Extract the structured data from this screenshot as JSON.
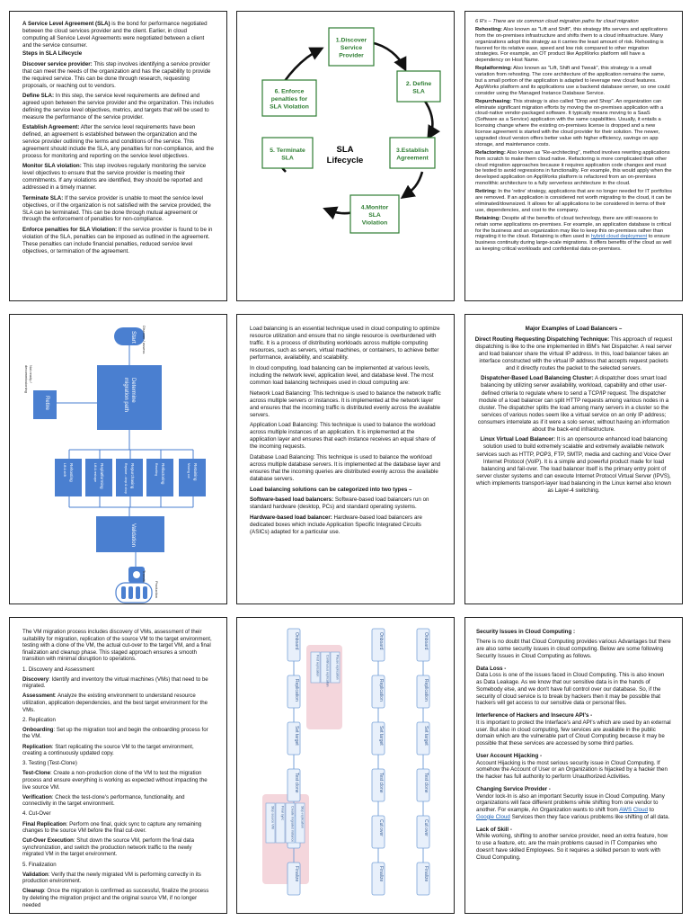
{
  "p1": {
    "intro_bold": "A Service Level Agreement (SLA)",
    "intro": " is the bond for performance negotiated between the cloud services provider and the client. Earlier, in cloud computing all Service Level Agreements were negotiated between a client and the service consumer.",
    "steps_title": "Steps in SLA  Lifecycle",
    "items": [
      {
        "term": "Discover service provider:",
        "text": " This step involves identifying a service provider that can meet the needs of the organization and has the capability to provide the required service. This can be done through research, requesting proposals, or reaching out to vendors."
      },
      {
        "term": "Define SLA:",
        "text": " In this step, the service level requirements are defined and agreed upon between the service provider and the organization. This includes defining the service level objectives, metrics, and targets that will be used to measure the performance of the service provider."
      },
      {
        "term": "Establish Agreement:",
        "text": " After the service level requirements have been defined, an agreement is established between the organization and the service provider outlining the terms and conditions of the service. This agreement should include the SLA, any penalties for non-compliance, and the process for monitoring and reporting on the service level objectives."
      },
      {
        "term": "Monitor SLA violation:",
        "text": " This step involves regularly monitoring the service level objectives to ensure that the service provider is meeting their commitments. If any violations are identified, they should be reported and addressed in a timely manner."
      },
      {
        "term": "Terminate SLA:",
        "text": " If the service provider is unable to meet the service level objectives, or if the organization is not satisfied with the service provided, the SLA can be terminated. This can be done through mutual agreement or through the enforcement of penalties for non-compliance."
      },
      {
        "term": "Enforce penalties for SLA Violation:",
        "text": " If the service provider is found to be in violation of the SLA, penalties can be imposed as outlined in the agreement. These penalties can include financial penalties, reduced service level objectives, or termination of the agreement."
      }
    ]
  },
  "p2": {
    "center": [
      "SLA",
      "Lifecycle"
    ],
    "boxes": [
      [
        "1.Discover",
        "Service",
        "Provider"
      ],
      [
        "2. Define",
        "SLA"
      ],
      [
        "3.Establish",
        "Agreement"
      ],
      [
        "4.Monitor",
        "SLA",
        "Violation"
      ],
      [
        "5. Terminate",
        "SLA"
      ],
      [
        "6. Enforce",
        "penalties for",
        "SLA Violation"
      ]
    ]
  },
  "p3": {
    "title": "6 R's – There are six common cloud migration paths for cloud migration",
    "items": [
      {
        "term": "Rehosting:",
        "text": " Also known as \"Lift and Shift\", this strategy lifts servers and applications from the on-premises infrastructure and shifts them to a cloud infrastructure. Many organizations adopt this strategy as it carries the least amount of risk. Rehosting is favored for its relative ease, speed and low risk compared to other migration strategies. For example, an OT product like AppWorks platform will have a dependency on Host Name."
      },
      {
        "term": "Replatforming:",
        "text": " Also known as \"Lift, Shift and Tweak\", this strategy is a small variation from rehosting. The core architecture of the application remains the same, but a small portion of the application is adapted to leverage new cloud features. AppWorks platform and its applications use a backend database server, so one could consider using the Managed Instance Database Service."
      },
      {
        "term": "Repurchasing:",
        "text": " This strategy is also called \"Drop and Shop\". An organization can eliminate significant migration efforts by moving the on-premises application with a cloud-native vendor-packaged software. It typically means moving to a SaaS (Software as a Service) application with the same capabilities. Usually, it entails a licensing change where the existing on-premises license is dropped and a new license agreement is started with the cloud provider for their solution. The newer, upgraded cloud version offers better value with higher efficiency, savings on app storage, and maintenance costs."
      },
      {
        "term": "Refactoring:",
        "text": " Also known as \"Re-architecting\", method involves rewriting applications from scratch to make them cloud native. Refactoring is more complicated than other cloud migration approaches because it requires application code changes and must be tested to avoid regressions in functionality. For example, this would apply when the developed application on AppWorks platform is refactored  from an on-premises monolithic architecture to a fully serverless architecture in the cloud."
      },
      {
        "term": "Retiring:",
        "text": " In the 'retire' strategy, applications that are no longer needed for IT portfolios are removed. If an application is considered not worth migrating to the cloud, it can be eliminated/downsized. It allows for all applications to be considered in terms of their use, dependencies, and cost to the company."
      },
      {
        "term": "Retaining:",
        "text": " Despite all the benefits of cloud technology, there are still reasons to retain some applications on-premises. For example, an application database is critical for the business and an organization may like to keep this on-premises rather than migrating it to the cloud. Retaining is often used in ",
        "link": "hybrid cloud deployment",
        "after": " to ensure business continuity during large-scale migrations. It offers benefits of the cloud as well as keeping critical workloads and confidential data on-premises."
      }
    ]
  },
  "p4": {
    "start": "Start",
    "discover": "Discover / assess",
    "determine": [
      "Determine",
      "migration path"
    ],
    "retire": "Retire",
    "notready": [
      "Not ready /",
      "decommissioning"
    ],
    "paths": [
      [
        "Rehosting",
        "Lift & shift"
      ],
      [
        "Replatforming",
        "Lift & reshape"
      ],
      [
        "Repurchasing",
        "Replace - drop & shop"
      ],
      [
        "Refactoring",
        "Rewriting"
      ],
      [
        "Retaining",
        "Moving out"
      ]
    ],
    "validation": "Validation",
    "transition": "Transition",
    "production": "Production"
  },
  "p5": {
    "paras": [
      "Load balancing is an essential technique used in cloud computing to optimize resource utilization and ensure that no single resource is overburdened with traffic. It is a process of distributing workloads across multiple computing resources, such as servers, virtual machines, or containers, to achieve better performance, availability, and scalability.",
      "In cloud computing, load balancing can be implemented at various levels, including the network level, application level, and database level. The most common load balancing techniques used in cloud computing are:",
      "Network Load Balancing: This technique is used to balance the network traffic across multiple servers or instances. It is implemented at the network layer and ensures that the incoming traffic is distributed evenly across the available servers.",
      "Application Load Balancing: This technique is used to balance the workload across multiple instances of an application. It is implemented at the application layer and ensures that each instance receives an equal share of the incoming requests.",
      "Database Load Balancing: This technique is used to balance the workload across multiple database servers. It is implemented at the database layer and ensures that the incoming queries are distributed evenly across the available database servers."
    ],
    "cat_title": "Load balancing solutions can be categorized into two types –",
    "types": [
      {
        "term": "Software-based load balancers:",
        "text": " Software-based load balancers run on standard hardware (desktop, PCs) and standard operating systems."
      },
      {
        "term": "Hardware-based load balancer:",
        "text": " Hardware-based load balancers are dedicated boxes which include Application Specific Integrated Circuits (ASICs) adapted for a particular use."
      }
    ]
  },
  "p6": {
    "title": "Major Examples of Load Balancers –",
    "items": [
      {
        "term": "Direct Routing Requesting Dispatching Technique:",
        "text": " This approach of request dispatching is like to the one implemented in IBM's Net Dispatcher. A real server and load balancer share the virtual IP address. In this, load balancer takes an interface constructed with the virtual IP address that accepts request packets and it directly routes the packet to the selected servers."
      },
      {
        "term": "Dispatcher-Based Load Balancing Cluster:",
        "text": " A dispatcher does smart load balancing by utilizing server availability, workload, capability and other user-defined criteria to regulate where to send a TCP/IP request. The dispatcher module of a load balancer can split HTTP requests among various nodes in a cluster. The dispatcher splits the load among many servers in a cluster so the services of various nodes seem like a virtual service on an only IP address; consumers interrelate as if it were a solo server, without having an information about the back-end infrastructure."
      },
      {
        "term": "Linux Virtual Load Balancer:",
        "text": " It is an opensource enhanced load balancing solution used to build extremely scalable and extremely available network services such as HTTP, POP3, FTP, SMTP, media and caching and Voice Over Internet Protocol (VoIP). It is a simple and powerful product made for load balancing and fail-over. The load balancer itself is the primary entry point of server cluster systems and can execute Internet Protocol Virtual Server (IPVS), which implements transport-layer load balancing in the Linux kernel also known as Layer-4 switching."
      }
    ]
  },
  "p7": {
    "intro": "The VM migration process includes discovery of VMs, assessment of their suitability for migration, replication of the source VM to the target environment, testing with a clone of the VM, the actual cut-over to the target VM, and a final finalization and cleanup phase. This staged approach ensures a smooth transition with minimal disruption to operations.",
    "blocks": [
      {
        "h": "1. Discovery and Assessment"
      },
      {
        "term": "Discovery",
        "text": ":  Identify and inventory the virtual machines (VMs) that need to be migrated."
      },
      {
        "term": "Assessment",
        "text": ":  Analyze the existing environment to understand resource utilization, application dependencies, and the best target environment for the VMs."
      },
      {
        "h": "2. Replication"
      },
      {
        "term": "Onboarding",
        "text": ": Set up the migration tool and begin the onboarding process for the VM."
      },
      {
        "term": "Replication",
        "text": ": Start replicating the source VM to the target environment, creating a continuously updated copy."
      },
      {
        "h": "3. Testing (Test-Clone)"
      },
      {
        "term": "Test-Clone",
        "text": ": Create a non-production clone of the VM to test the migration process and ensure everything is working as expected without impacting the live source VM."
      },
      {
        "term": "Verification",
        "text": ": Check the test-clone's performance, functionality, and connectivity in the target environment."
      },
      {
        "h": "4. Cut-Over"
      },
      {
        "term": "Final Replication",
        "text": ": Perform one final, quick sync to capture any remaining changes to the source VM before the final cut-over."
      },
      {
        "term": "Cut-Over Execution",
        "text": ": Shut down the source VM, perform the final data synchronization, and switch the production network traffic to the newly migrated VM in the target environment."
      },
      {
        "h": "5. Finalization"
      },
      {
        "term": "Validation",
        "text": ": Verify that the newly migrated VM is performing correctly in its production environment."
      },
      {
        "term": "Cleanup",
        "text": ": Once the migration is confirmed as successful, finalize the process by deleting the migration project and the original source VM, if no longer needed"
      }
    ]
  },
  "p8": {
    "col1": [
      "Onboard",
      "Replication",
      "Set target",
      "Test clone",
      "Cut over",
      "Finalize"
    ],
    "col2": [
      "Onboard",
      "Replication",
      "Set target",
      "Test clone",
      "Cut over",
      "Finalize"
    ],
    "col3": [
      "Onboard",
      "Replication",
      "Set target",
      "Test clone",
      "Cut over",
      "Finalize"
    ],
    "sub_repl": [
      "First replication",
      "Continuous replication",
      "Pause replication"
    ],
    "sub_cut": [
      "Stop source VM",
      "Final sync",
      "Create migrated instance",
      "Stop replication"
    ]
  },
  "p9": {
    "title": "Security Issues in Cloud Computing :",
    "intro": "There is no doubt that Cloud Computing provides various Advantages but there are also some security issues in cloud computing. Below are some following Security Issues in Cloud Computing as follows.",
    "items": [
      {
        "term": "Data Loss -",
        "text": "Data Loss is one of the issues faced in Cloud Computing. This is also known as Data Leakage.  As we know that our sensitive data is in the hands of Somebody else, and we don't have full control over our database. So, if the security of cloud service is to break by hackers then it may be possible that hackers will get access to our sensitive data or personal files."
      },
      {
        "term": "Interference of Hackers and Insecure API's -",
        "text": "It is important to protect the Interface's and API's which are used by an external user. But also in cloud computing, few services are available in the public domain which are the vulnerable part of Cloud Computing because it may be possible that these services are accessed by some third parties."
      },
      {
        "term": "User Account Hijacking -",
        "text": "Account Hijacking is the most serious security issue in Cloud Computing. If somehow the Account of User or an Organization is hijacked by a hacker then the hacker has full authority to perform Unauthorized Activities."
      },
      {
        "term": "Changing Service Provider -",
        "text": "Vendor lock-In is also an important Security issue in Cloud Computing. Many organizations will face different problems while shifting from one vendor to another. For example, An Organization wants to shift from ",
        "link1": "AWS Cloud",
        "mid": " to ",
        "link2": "Google Cloud",
        "after": " Services then they face various problems like shifting of all data."
      },
      {
        "term": "Lack of Skill -",
        "text": "While working, shifting to another service provider, need an extra feature, how to use a feature, etc. are the main problems caused in IT Companies who doesn't have skilled Employees. So it requires a skilled person to work with Cloud Computing."
      }
    ]
  }
}
